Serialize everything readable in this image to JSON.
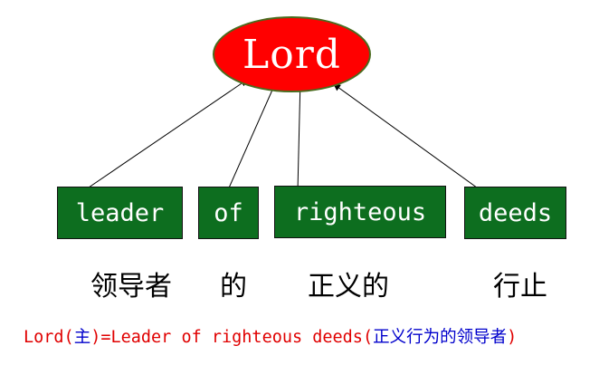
{
  "center": {
    "label": "Lord",
    "fill": "#ff0000"
  },
  "words": [
    {
      "text": "leader",
      "meaning": "领导者"
    },
    {
      "text": "of",
      "meaning": "的"
    },
    {
      "text": "righteous",
      "meaning": "正义的"
    },
    {
      "text": "deeds",
      "meaning": "行止"
    }
  ],
  "caption": {
    "prefix": "Lord(",
    "prefix_cn": "主",
    "middle": ")=Leader of righteous deeds(",
    "suffix_cn": "正义行为的领导者",
    "end": ")"
  },
  "colors": {
    "box_fill": "#0d6e1f",
    "caption_red": "#e00000",
    "caption_blue": "#0000cc"
  }
}
